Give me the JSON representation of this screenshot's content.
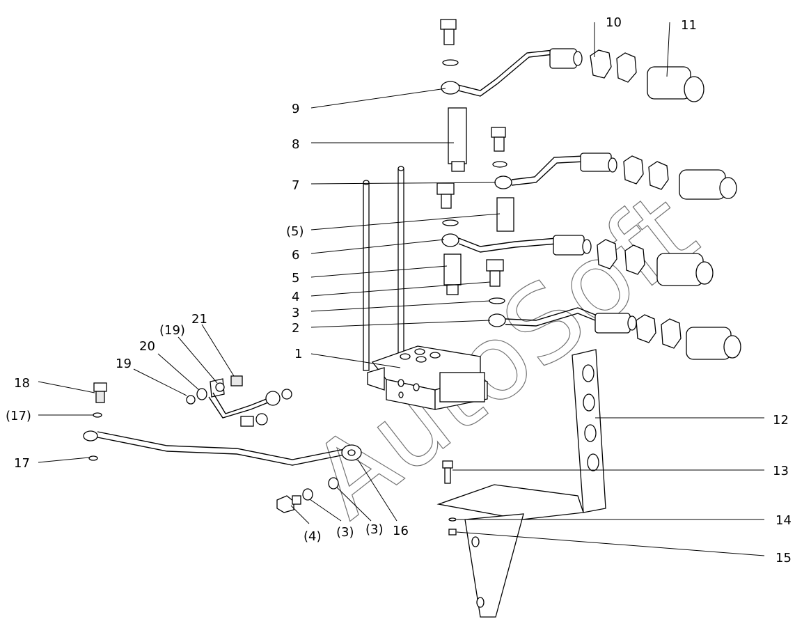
{
  "watermark": "AutoSoft",
  "callouts": [
    {
      "id": "c9",
      "label": "9"
    },
    {
      "id": "c8",
      "label": "8"
    },
    {
      "id": "c7",
      "label": "7"
    },
    {
      "id": "c5p",
      "label": "(5)"
    },
    {
      "id": "c6",
      "label": "6"
    },
    {
      "id": "c5",
      "label": "5"
    },
    {
      "id": "c4",
      "label": "4"
    },
    {
      "id": "c3",
      "label": "3"
    },
    {
      "id": "c2",
      "label": "2"
    },
    {
      "id": "c1",
      "label": "1"
    },
    {
      "id": "c10",
      "label": "10"
    },
    {
      "id": "c11",
      "label": "11"
    },
    {
      "id": "c12",
      "label": "12"
    },
    {
      "id": "c13",
      "label": "13"
    },
    {
      "id": "c14",
      "label": "14"
    },
    {
      "id": "c15",
      "label": "15"
    },
    {
      "id": "c16",
      "label": "16"
    },
    {
      "id": "c17",
      "label": "17"
    },
    {
      "id": "c17p",
      "label": "(17)"
    },
    {
      "id": "c18",
      "label": "18"
    },
    {
      "id": "c19",
      "label": "19"
    },
    {
      "id": "c19p",
      "label": "(19)"
    },
    {
      "id": "c20",
      "label": "20"
    },
    {
      "id": "c21",
      "label": "21"
    },
    {
      "id": "c4p",
      "label": "(4)"
    },
    {
      "id": "c3pa",
      "label": "(3)"
    },
    {
      "id": "c3pb",
      "label": "(3)"
    }
  ]
}
